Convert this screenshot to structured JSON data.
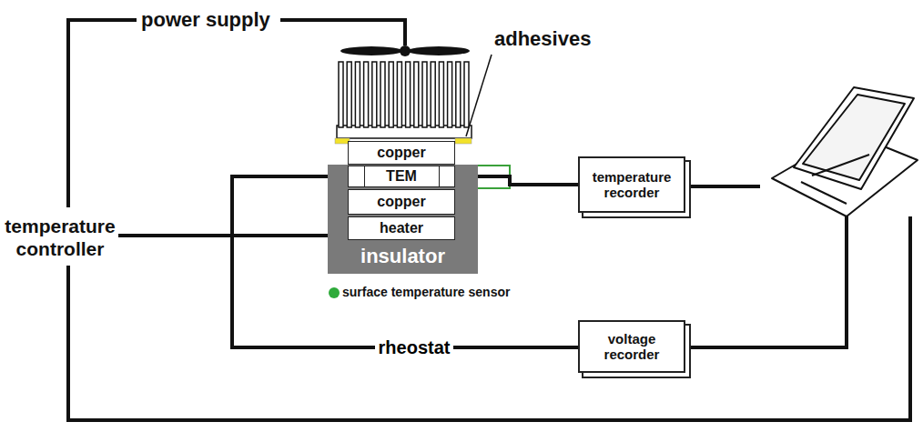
{
  "diagram": {
    "nodes": [
      {
        "text": [
          "copper"
        ]
      },
      {
        "text": [
          "insulator"
        ]
      },
      {
        "text": [
          "TEM"
        ],
        "in": 1
      },
      {
        "text": [
          "copper"
        ],
        "in": 1
      },
      {
        "text": [
          "heater"
        ],
        "in": 1
      },
      {
        "text": [
          "temperature recorder"
        ]
      },
      {
        "text": [
          "voltage recorder"
        ]
      }
    ],
    "edges": [
      {
        "from": 2,
        "to": 5,
        "arrow": "none"
      },
      {
        "from": 2,
        "to": 6,
        "label": "rheostat",
        "arrow": "none"
      }
    ],
    "labels": [
      "power supply",
      "adhesives",
      "temperature controller",
      "surface temperature sensor"
    ]
  }
}
